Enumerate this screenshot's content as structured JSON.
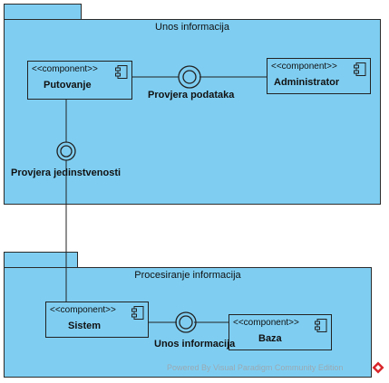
{
  "packages": {
    "top": {
      "title": "Unos informacija"
    },
    "bottom": {
      "title": "Procesiranje informacija"
    }
  },
  "components": {
    "putovanje": {
      "stereotype": "<<component>>",
      "name": "Putovanje"
    },
    "administrator": {
      "stereotype": "<<component>>",
      "name": "Administrator"
    },
    "sistem": {
      "stereotype": "<<component>>",
      "name": "Sistem"
    },
    "baza": {
      "stereotype": "<<component>>",
      "name": "Baza"
    }
  },
  "interfaces": {
    "provjera_podataka": "Provjera podataka",
    "provjera_jedinstvenosti": "Provjera jedinstvenosti",
    "unos_informacija": "Unos informacija"
  },
  "watermark": "Powered By  Visual Paradigm Community Edition",
  "colors": {
    "fill": "#7fcef2",
    "stroke": "#222222",
    "logo": "#d9262b"
  },
  "icons": {
    "component": "component-icon",
    "watermark_logo": "diamond-logo-icon"
  }
}
